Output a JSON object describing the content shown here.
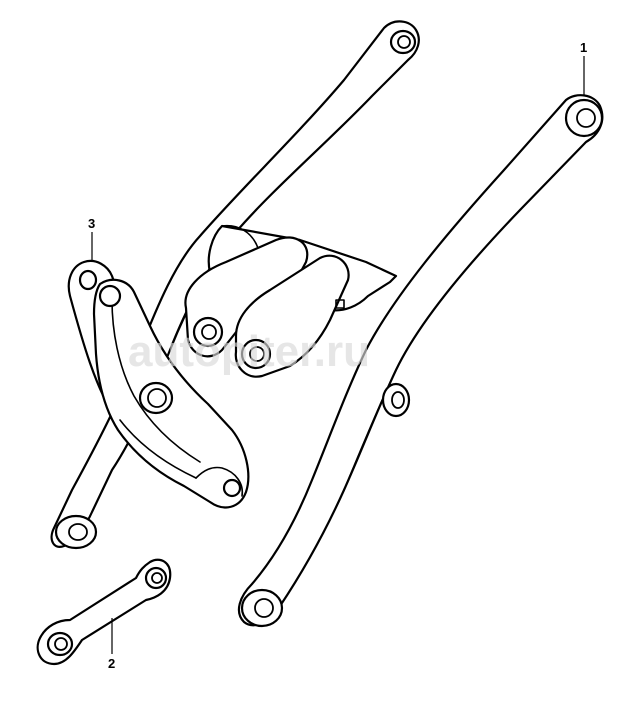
{
  "callouts": {
    "part_1": "1",
    "part_2": "2",
    "part_3": "3"
  },
  "watermark": "autopiter.ru",
  "colors": {
    "line": "#000000",
    "fill": "#ffffff",
    "watermark": "#d9d9d9"
  }
}
